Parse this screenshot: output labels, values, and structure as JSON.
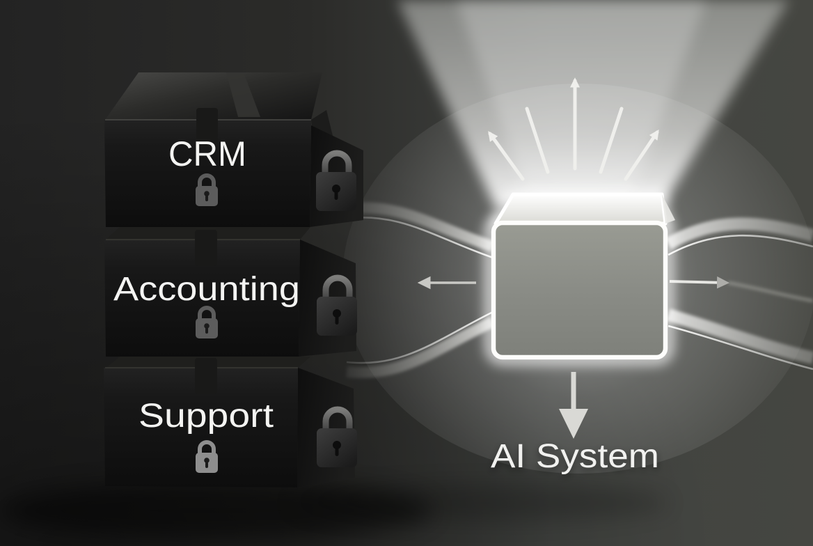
{
  "source_boxes": [
    {
      "id": "crm",
      "label": "CRM"
    },
    {
      "id": "accounting",
      "label": "Accounting"
    },
    {
      "id": "support",
      "label": "Support"
    }
  ],
  "ai_box": {
    "label": "AI System"
  },
  "icons": {
    "box_front_lock": "lock-icon",
    "box_side_padlock": "padlock-icon",
    "beam_rays": "light-rays-icon",
    "left_arrow": "arrow-left-icon",
    "right_arrow": "arrow-right-icon",
    "down_arrow": "arrow-down-icon"
  },
  "colors": {
    "background_left": "#232323",
    "background_right": "#454641",
    "box_black": "#151515",
    "label_text": "#f4f4f2",
    "ai_label_text": "#f1f1ef",
    "glow_white": "#ffffff",
    "ai_face": "#8a8c86",
    "front_lock_gray": "#5c5c5c",
    "support_lock_gray": "#8e8e8e",
    "arrow_gray": "#c9c9c5",
    "ray_white": "#efefec"
  }
}
